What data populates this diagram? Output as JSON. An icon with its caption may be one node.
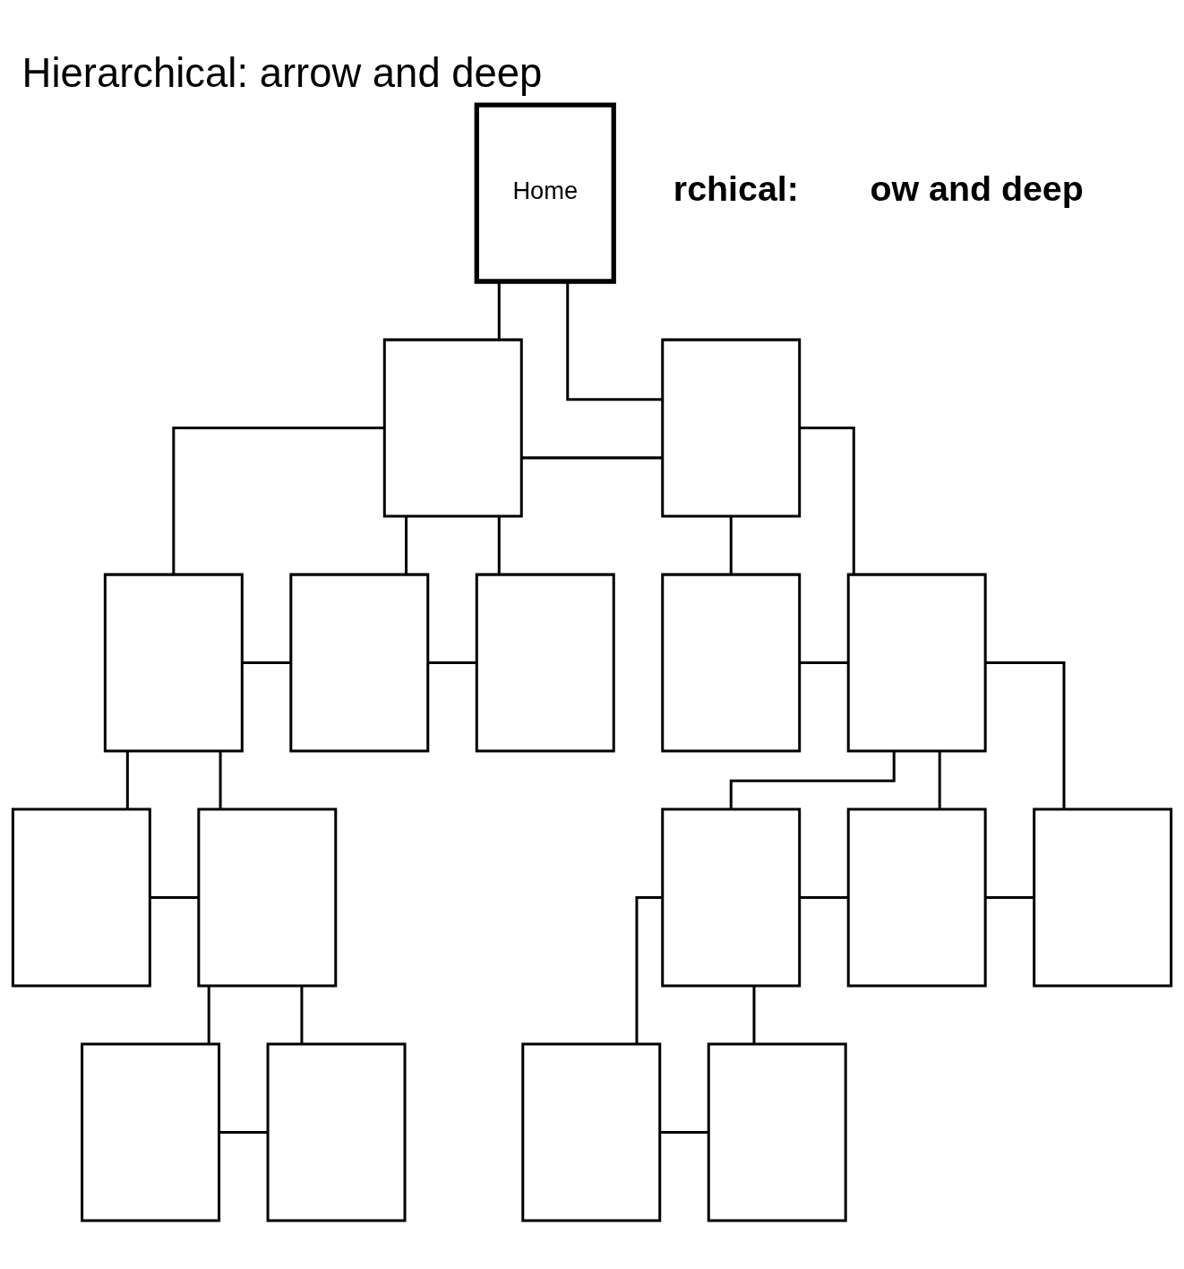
{
  "diagram": {
    "title": "Hierarchical: arrow and deep",
    "nodes": [
      {
        "text": [
          "Home"
        ]
      },
      {
        "text": [],
        "shape": "box"
      },
      {
        "text": [],
        "shape": "box"
      },
      {
        "text": [],
        "shape": "box"
      },
      {
        "text": [],
        "shape": "box"
      },
      {
        "text": [],
        "shape": "box"
      },
      {
        "text": [],
        "shape": "box"
      },
      {
        "text": [],
        "shape": "box"
      },
      {
        "text": [],
        "shape": "box"
      },
      {
        "text": [],
        "shape": "box"
      },
      {
        "text": [],
        "shape": "box"
      },
      {
        "text": [],
        "shape": "box"
      },
      {
        "text": [],
        "shape": "box"
      },
      {
        "text": [],
        "shape": "box"
      },
      {
        "text": [],
        "shape": "box"
      },
      {
        "text": [],
        "shape": "box"
      },
      {
        "text": [],
        "shape": "box"
      }
    ],
    "edges": [
      {
        "from": 0,
        "to": 1,
        "arrow": "none"
      },
      {
        "from": 0,
        "to": 2,
        "arrow": "none"
      },
      {
        "from": 1,
        "to": 2,
        "arrow": "none"
      },
      {
        "from": 1,
        "to": 3,
        "arrow": "none"
      },
      {
        "from": 1,
        "to": 4,
        "arrow": "none"
      },
      {
        "from": 1,
        "to": 5,
        "arrow": "none"
      },
      {
        "from": 3,
        "to": 4,
        "arrow": "none"
      },
      {
        "from": 4,
        "to": 5,
        "arrow": "none"
      },
      {
        "from": 2,
        "to": 6,
        "arrow": "none"
      },
      {
        "from": 2,
        "to": 7,
        "arrow": "none"
      },
      {
        "from": 6,
        "to": 7,
        "arrow": "none"
      },
      {
        "from": 3,
        "to": 8,
        "arrow": "none"
      },
      {
        "from": 3,
        "to": 9,
        "arrow": "none"
      },
      {
        "from": 8,
        "to": 9,
        "arrow": "none"
      },
      {
        "from": 7,
        "to": 10,
        "arrow": "none"
      },
      {
        "from": 7,
        "to": 11,
        "arrow": "none"
      },
      {
        "from": 7,
        "to": 12,
        "arrow": "none"
      },
      {
        "from": 10,
        "to": 11,
        "arrow": "none"
      },
      {
        "from": 11,
        "to": 12,
        "arrow": "none"
      },
      {
        "from": 9,
        "to": 13,
        "arrow": "none"
      },
      {
        "from": 9,
        "to": 14,
        "arrow": "none"
      },
      {
        "from": 13,
        "to": 14,
        "arrow": "none"
      },
      {
        "from": 10,
        "to": 15,
        "arrow": "none"
      },
      {
        "from": 10,
        "to": 16,
        "arrow": "none"
      },
      {
        "from": 15,
        "to": 16,
        "arrow": "none"
      }
    ],
    "labels": [
      "rchical:",
      "ow and deep"
    ]
  }
}
